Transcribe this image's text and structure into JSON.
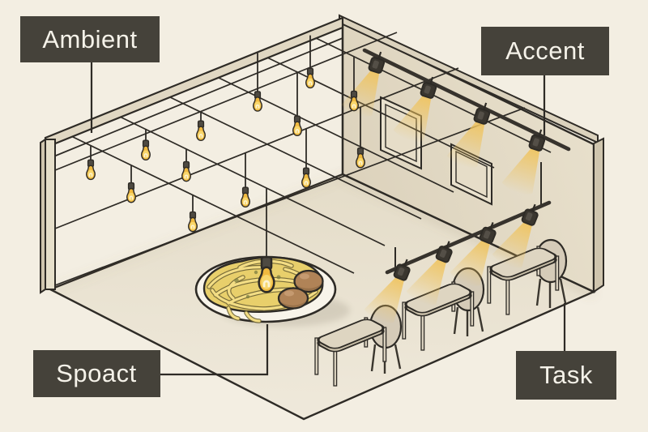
{
  "figure": {
    "type": "illustration",
    "subject": "Isometric cutaway of a restaurant dining room showing four types of lighting"
  },
  "labels": {
    "ambient": "Ambient",
    "accent": "Accent",
    "spot": "Spoact",
    "task": "Task"
  },
  "scene": {
    "pendant_bulb_count": 13,
    "spot_bulb_count": 1,
    "accent_track_head_count": 4,
    "task_track_head_count": 4,
    "table_count": 3,
    "chair_count": 3,
    "picture_frame_count": 2,
    "meatball_count": 2,
    "objects": [
      "ceiling wire grid with hanging pendant bulbs",
      "wall-mounted accent track lighting over two picture frames",
      "suspended task track lighting over three cafe tables with chairs",
      "plate of spaghetti with two meatballs and a pendant bulb dipped into it"
    ]
  },
  "colors": {
    "background": "#f3eee2",
    "label_bg": "#45423a",
    "label_text": "#f5f2e9",
    "outline": "#2e2b26",
    "wall": "#e3dbc7",
    "wall_side": "#cfc5ae",
    "beam": "#e0d7c2",
    "floor": "#ebe4d4",
    "furniture": "#dcd3c0",
    "bulb_amber": "#f0b93f",
    "bulb_socket": "#4e4a42",
    "light_cone": "#eec25c",
    "plate": "#f8f4ea",
    "spaghetti": "#e8cf6b",
    "meatball": "#b08357"
  }
}
